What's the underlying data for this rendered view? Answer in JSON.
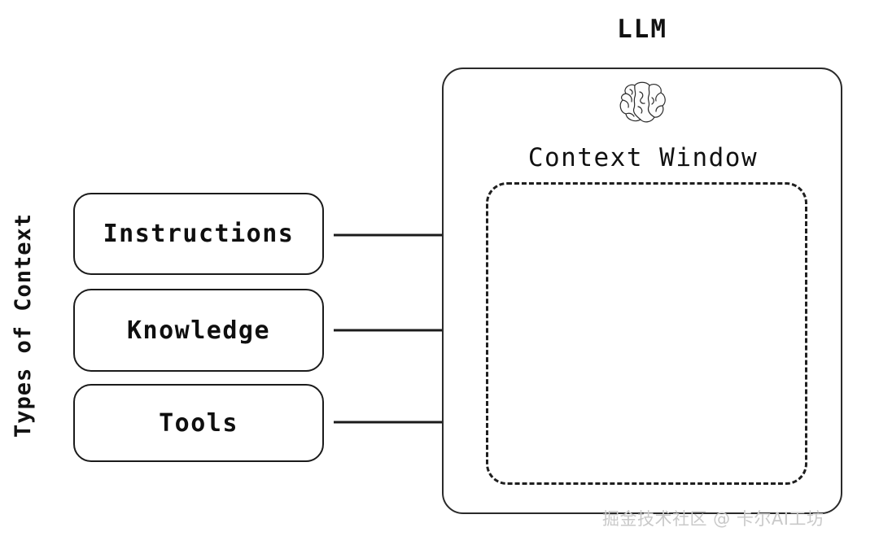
{
  "diagram": {
    "axis_label": "Types of Context",
    "context_types": [
      {
        "label": "Instructions"
      },
      {
        "label": "Knowledge"
      },
      {
        "label": "Tools"
      }
    ],
    "llm": {
      "title": "LLM",
      "brain_icon": "brain-icon",
      "context_window_label": "Context Window"
    },
    "watermark": "掘金技术社区 @ 卡尔AI工坊",
    "colors": {
      "stroke": "#1b1b1b",
      "text": "#111111",
      "background": "#ffffff",
      "watermark": "#c9c9c9"
    }
  }
}
